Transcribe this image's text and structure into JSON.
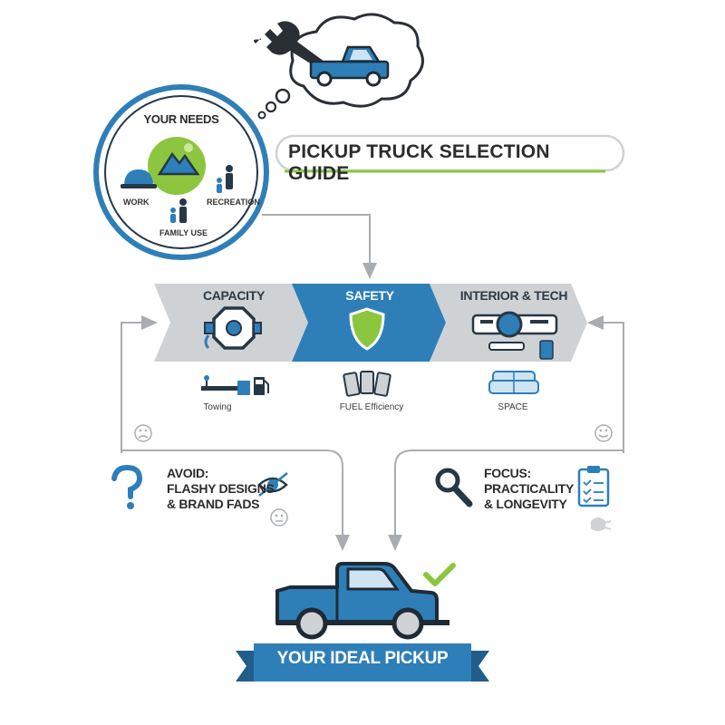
{
  "title": "PICKUP TRUCK SELECTION GUIDE",
  "needs": {
    "heading": "YOUR NEEDS",
    "items": [
      "WORK",
      "RECREATION",
      "FAMILY USE"
    ]
  },
  "steps": [
    {
      "title": "CAPACITY",
      "sub": "Towing"
    },
    {
      "title": "SAFETY",
      "sub": "FUEL Efficiency"
    },
    {
      "title": "INTERIOR & TECH",
      "sub": "SPACE"
    }
  ],
  "avoid": {
    "line1": "AVOID:",
    "line2": "FLASHY DESIGNS",
    "line3": "& BRAND FADS"
  },
  "focus": {
    "line1": "FOCUS:",
    "line2": "PRACTICALITY",
    "line3": "& LONGEVITY"
  },
  "result": "YOUR IDEAL PICKUP",
  "colors": {
    "blue": "#2e7fb8",
    "dark": "#263746",
    "gray": "#cfd2d5",
    "green": "#8cc63f"
  },
  "icons": [
    "wrench-icon",
    "truck-icon",
    "mountain-icon",
    "hard-hat-icon",
    "family-icon",
    "engine-icon",
    "shield-icon",
    "dashboard-icon",
    "tow-hitch-icon",
    "fuel-icon",
    "seat-icon",
    "question-icon",
    "eye-icon",
    "magnifier-icon",
    "checklist-icon",
    "checkmark-icon"
  ]
}
